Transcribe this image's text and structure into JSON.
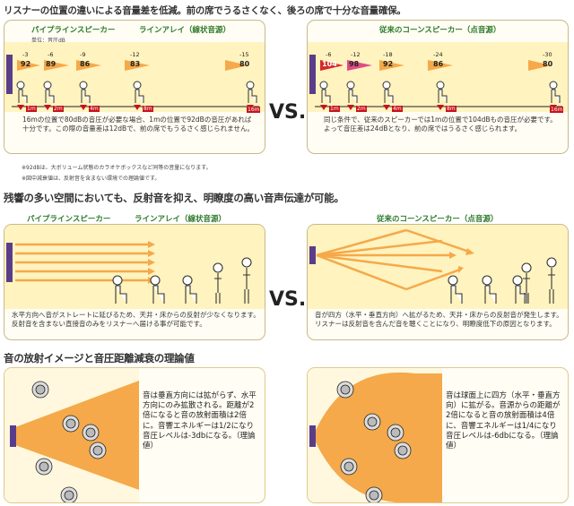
{
  "heading1": "リスナーの位置の違いによる音量差を低減。前の席でうるさくなく、後ろの席で十分な音量確保。",
  "heading2": "残響の多い空間においても、反射音を抑え、明瞭度の高い音声伝達が可能。",
  "heading3": "音の放射イメージと音圧距離減衰の理論値",
  "vs_label": "VS.",
  "unit_label": "単位：音圧dB",
  "top_left": {
    "title1": "パイプラインスピーカー",
    "title2": "ラインアレイ（線状音源）",
    "relative": [
      "-3",
      "-6",
      "-9",
      "-12",
      "-15"
    ],
    "absolute": [
      "92",
      "89",
      "86",
      "83",
      "80"
    ],
    "positions": [
      "1m",
      "2m",
      "4m",
      "8m",
      "16m"
    ],
    "note": "16mの位置で80dBの音圧が必要な場合、1mの位置で92dBの音圧があれば十分です。この際の音量差は12dBで、前の席でもうるさく感じられません。"
  },
  "top_right": {
    "title": "従来のコーンスピーカー（点音源）",
    "relative": [
      "-6",
      "-12",
      "-18",
      "-24",
      "-30"
    ],
    "absolute": [
      "104",
      "98",
      "92",
      "86",
      "80"
    ],
    "positions": [
      "1m",
      "2m",
      "4m",
      "8m",
      "16m"
    ],
    "note": "同じ条件で、従来のスピーカーでは1mの位置で104dBもの音圧が必要です。よって音圧差は24dBとなり、前の席ではうるさく感じられます。"
  },
  "footnotes": [
    "※92dBは、大ボリューム状態のカラオケボックスなど同等の音量になります。",
    "※図中減衰値は、反射音を含まない環境での理論値です。"
  ],
  "mid_left": {
    "title1": "パイプラインスピーカー",
    "title2": "ラインアレイ（線状音源）",
    "note": "水平方向へ音がストレートに延びるため、天井・床からの反射が少なくなります。反射音を含まない直接音のみをリスナーへ届ける事が可能です。"
  },
  "mid_right": {
    "title": "従来のコーンスピーカー（点音源）",
    "note": "音が四方（水平・垂直方向）へ拡がるため、天井・床からの反射音が発生します。リスナーは反射音を含んだ音を聴くことになり、明瞭度低下の原因となります。"
  },
  "bottom_left": {
    "text": "音は垂直方向には拡がらず、水平方向にのみ拡散される。距離が2倍になると音の放射面積は2倍に。音響エネルギーは1/2になり音圧レベルは-3dbになる。（理論値）"
  },
  "bottom_right": {
    "text": "音は球面上に四方（水平・垂直方向）に拡がる。音源からの距離が2倍になると音の放射面積は4倍に、音響エネルギーは1/4になり音圧レベルは-6dbになる。（理論値）"
  },
  "colors": {
    "speaker": "#5a3d8a",
    "position_marker": "#c6131b",
    "panel_border": "#c9b98a",
    "panel_fill": "#fff3bf",
    "title_green": "#2d7a2a",
    "radiation": "#f5a94a"
  }
}
